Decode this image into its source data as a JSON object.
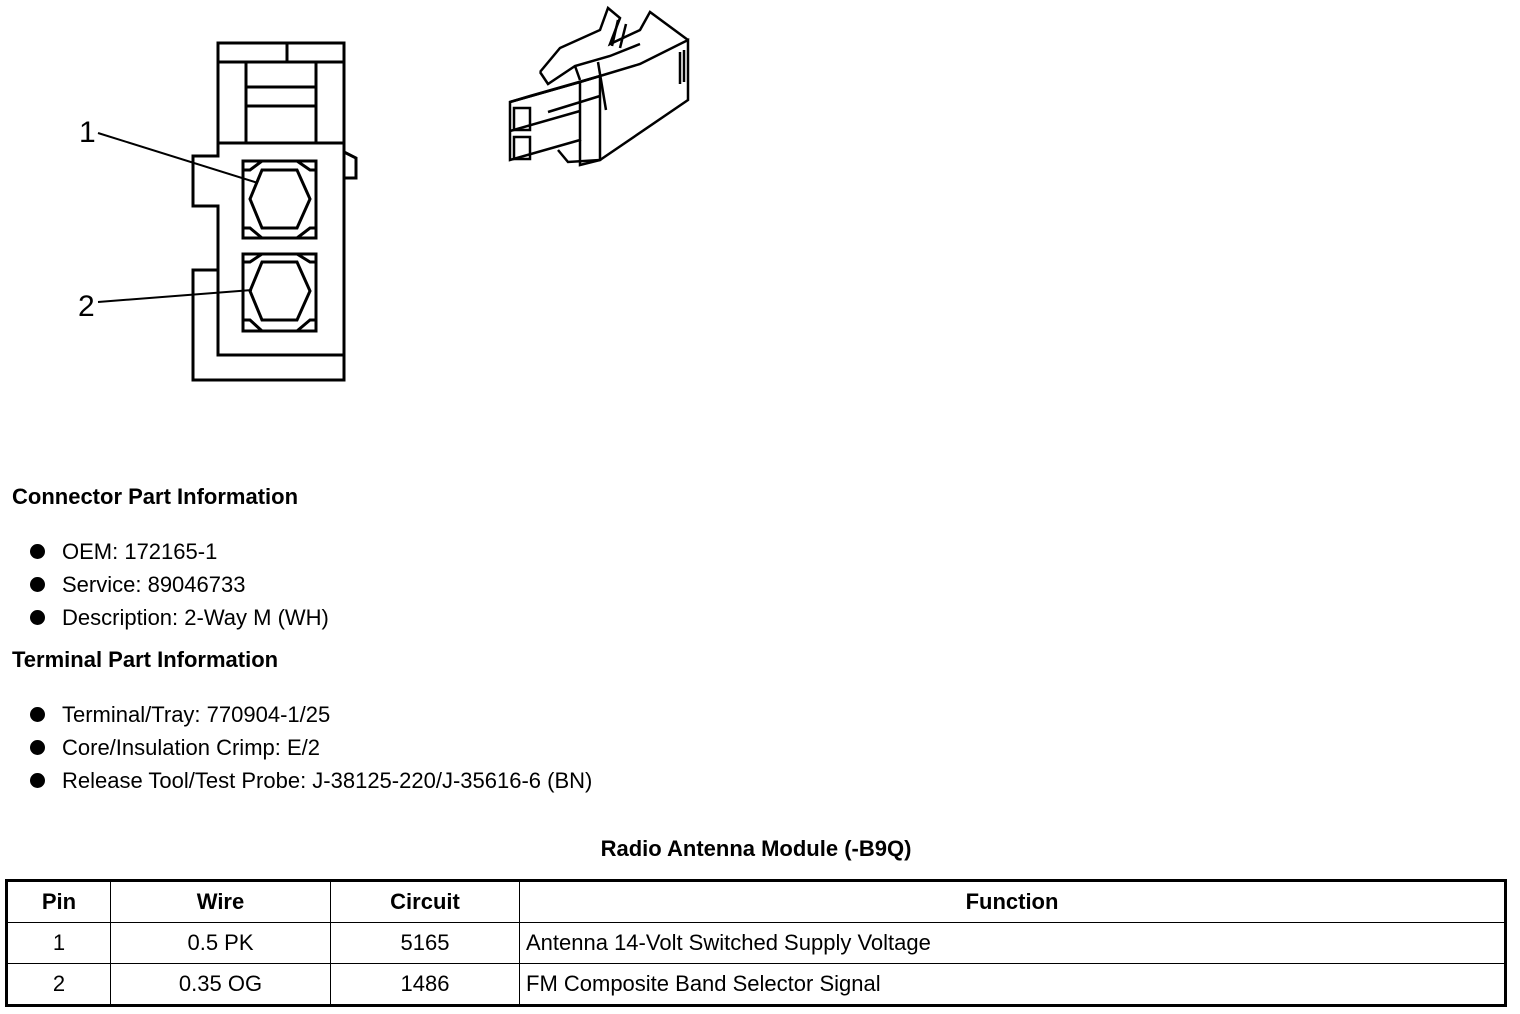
{
  "diagram": {
    "pin_labels": [
      "1",
      "2"
    ]
  },
  "connector_info": {
    "heading": "Connector Part Information",
    "items": [
      "OEM: 172165-1",
      "Service: 89046733",
      "Description: 2-Way M (WH)"
    ]
  },
  "terminal_info": {
    "heading": "Terminal Part Information",
    "items": [
      "Terminal/Tray: 770904-1/25",
      "Core/Insulation Crimp: E/2",
      "Release Tool/Test Probe: J-38125-220/J-35616-6 (BN)"
    ]
  },
  "table": {
    "title": "Radio Antenna Module (-B9Q)",
    "headers": [
      "Pin",
      "Wire",
      "Circuit",
      "Function"
    ],
    "rows": [
      [
        "1",
        "0.5 PK",
        "5165",
        "Antenna 14-Volt Switched Supply Voltage"
      ],
      [
        "2",
        "0.35 OG",
        "1486",
        "FM Composite Band Selector Signal"
      ]
    ]
  }
}
